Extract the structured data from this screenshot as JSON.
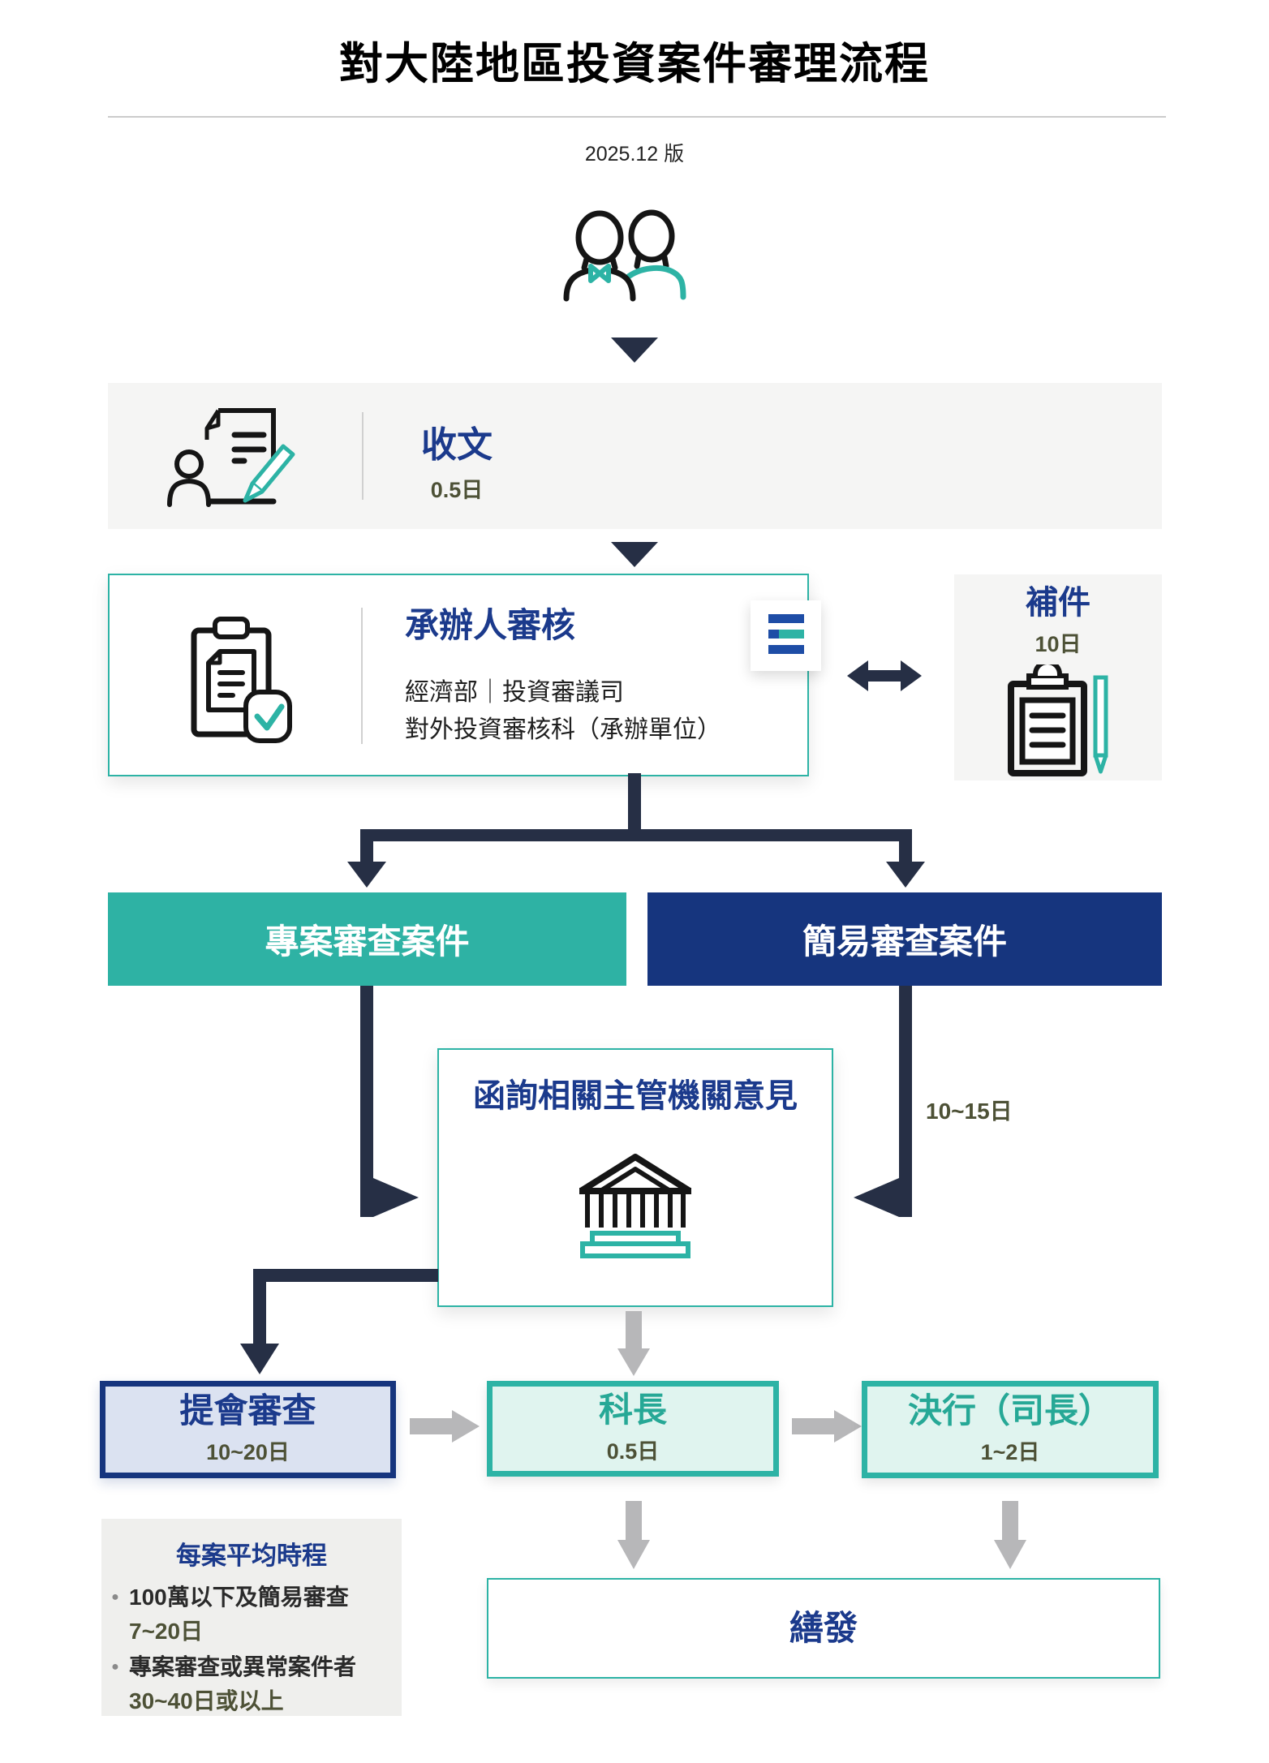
{
  "page": {
    "title": "對大陸地區投資案件審理流程",
    "version": "2025.12 版"
  },
  "flow": {
    "receive": {
      "label": "收文",
      "duration": "0.5日"
    },
    "officer_review": {
      "title": "承辦人審核",
      "org": "經濟部｜投資審議司",
      "unit": "對外投資審核科（承辦單位）"
    },
    "supplement": {
      "label": "補件",
      "duration": "10日"
    },
    "special_review": {
      "label": "專案審查案件"
    },
    "simple_review": {
      "label": "簡易審查案件"
    },
    "consult": {
      "label": "函詢相關主管機關意見"
    },
    "simple_route_duration": "10~15日",
    "committee": {
      "label": "提會審查",
      "duration": "10~20日"
    },
    "section_chief": {
      "label": "科長",
      "duration": "0.5日"
    },
    "director": {
      "label": "決行（司長）",
      "duration": "1~2日"
    },
    "dispatch": {
      "label": "繕發"
    },
    "average": {
      "title": "每案平均時程",
      "items": [
        {
          "text": "100萬以下及簡易審查",
          "duration": "7~20日"
        },
        {
          "text": "專案審查或異常案件者",
          "duration": "30~40日或以上"
        }
      ]
    }
  },
  "colors": {
    "teal_accent": "#2db3a5",
    "teal_box_bg": "#2eb2a4",
    "navy_box_bg": "#16357e",
    "navy_text": "#1b3a8c",
    "teal_text": "#26a896",
    "olive_duration_text": "#4d5136",
    "dark_arrow": "#262f45",
    "gray_arrow": "#b7b7b9",
    "light_gray_bg": "#f5f5f4",
    "committee_fill": "#dbe2f1",
    "mint_fill": "#e0f4ef"
  }
}
